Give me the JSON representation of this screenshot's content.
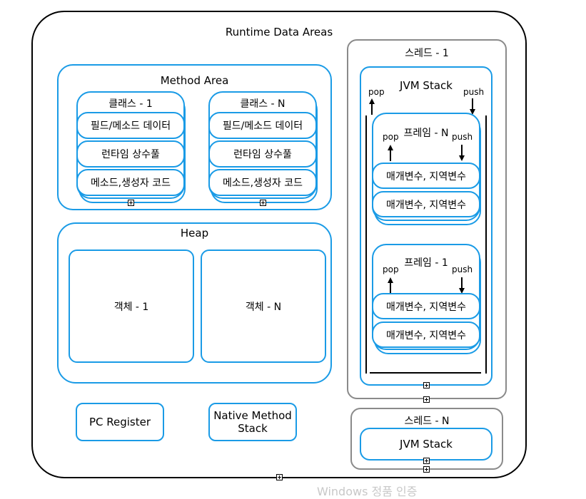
{
  "runtime": {
    "title": "Runtime Data Areas"
  },
  "method_area": {
    "title": "Method Area",
    "classes": [
      {
        "title": "클래스 - 1",
        "rows": [
          "필드/메소드 데이터",
          "런타임 상수풀",
          "메소드,생성자 코드"
        ]
      },
      {
        "title": "클래스 - N",
        "rows": [
          "필드/메소드 데이터",
          "런타임 상수풀",
          "메소드,생성자 코드"
        ]
      }
    ]
  },
  "heap": {
    "title": "Heap",
    "objects": [
      "객체 - 1",
      "객체 - N"
    ]
  },
  "pc_register": "PC Register",
  "native_stack": {
    "line1": "Native Method",
    "line2": "Stack"
  },
  "thread1": {
    "title": "스레드 - 1",
    "jvm_stack": {
      "title": "JVM Stack",
      "pop": "pop",
      "push": "push"
    },
    "frames": [
      {
        "title": "프레임 - N",
        "pop": "pop",
        "push": "push",
        "rows": [
          "매개변수, 지역변수",
          "매개변수, 지역변수"
        ]
      },
      {
        "title": "프레임 - 1",
        "pop": "pop",
        "push": "push",
        "rows": [
          "매개변수, 지역변수",
          "매개변수, 지역변수"
        ]
      }
    ]
  },
  "threadN": {
    "title": "스레드 - N",
    "jvm_stack": "JVM Stack"
  },
  "watermark": "Windows 정품 인증"
}
